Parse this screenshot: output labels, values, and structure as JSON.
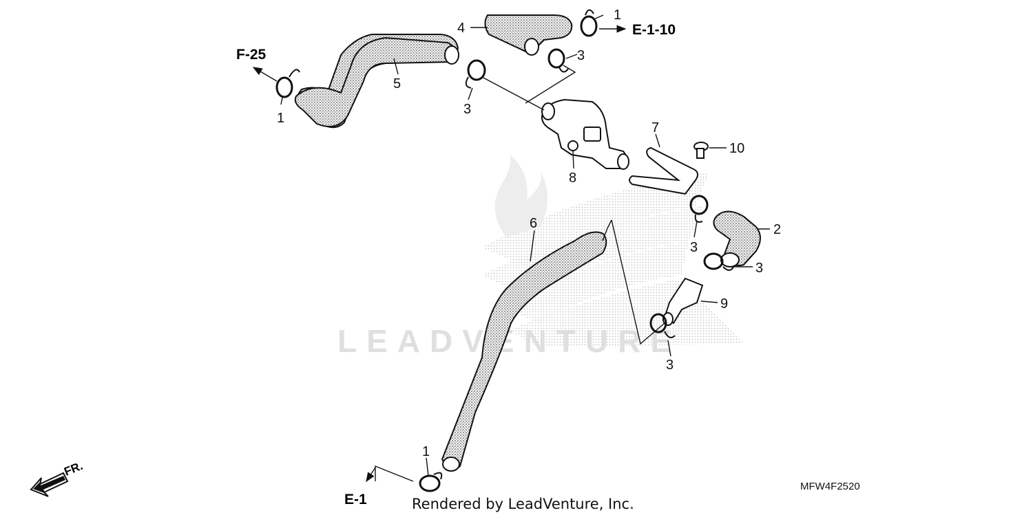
{
  "diagram": {
    "refs": {
      "f25": "F-25",
      "e110": "E-1-10",
      "e1": "E-1"
    },
    "callouts": {
      "c1_top": "1",
      "c4": "4",
      "c3_top": "3",
      "c5": "5",
      "c1_left": "1",
      "c3_mid": "3",
      "c7": "7",
      "c10": "10",
      "c8": "8",
      "c6": "6",
      "c2": "2",
      "c3_right": "3",
      "c3_right2": "3",
      "c9": "9",
      "c3_bottom": "3",
      "c1_bottom": "1"
    },
    "direction_label": "FR.",
    "diagram_code": "MFW4F2520",
    "watermark": "LEADVENTURE",
    "footer": "Rendered by LeadVenture, Inc."
  }
}
